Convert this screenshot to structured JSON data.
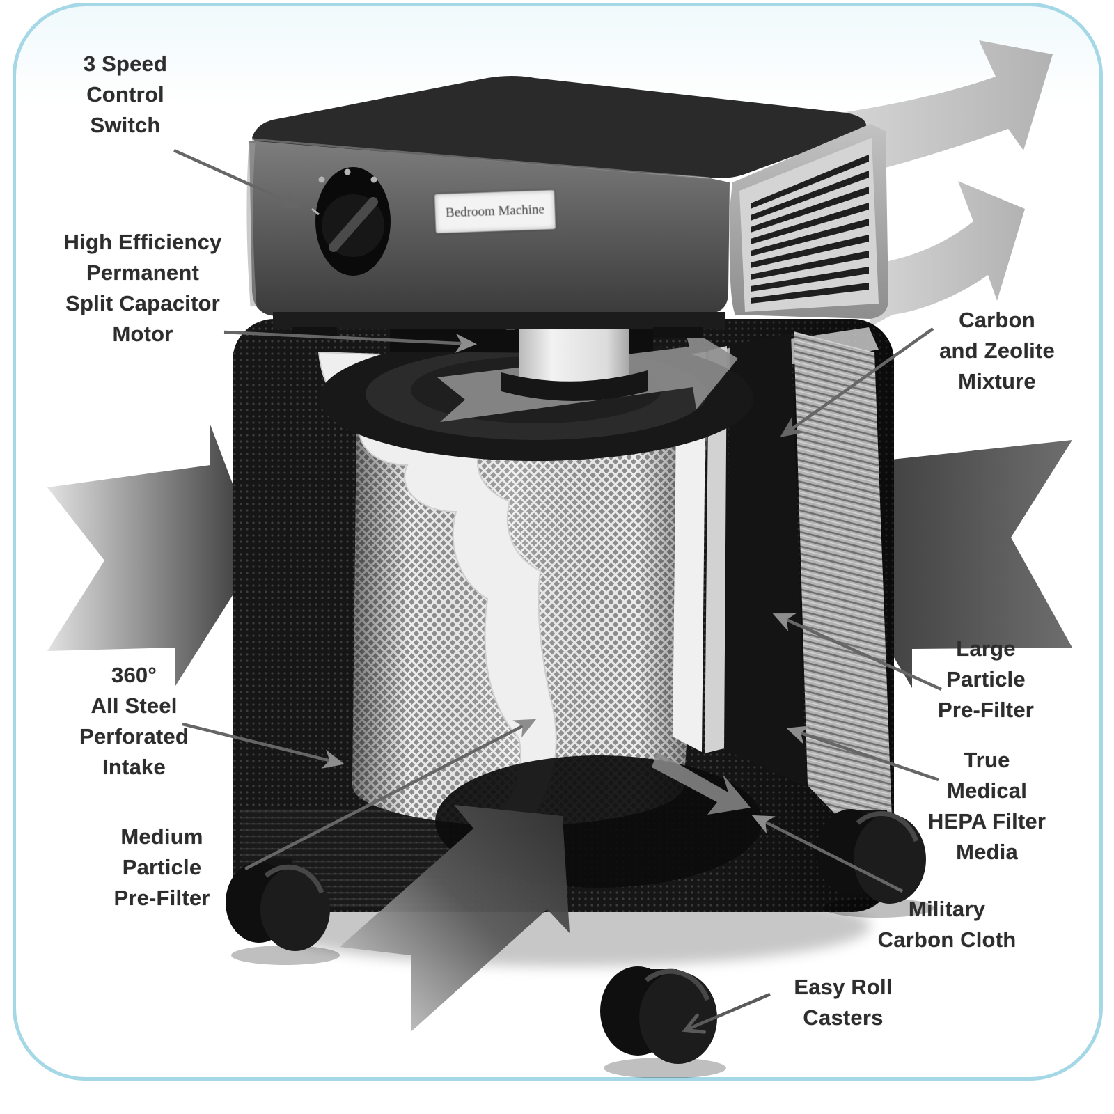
{
  "machine": {
    "nameplate": "Bedroom Machine"
  },
  "callouts": {
    "speed_switch": "3 Speed\nControl\nSwitch",
    "motor": "High Efficiency\nPermanent\nSplit Capacitor\nMotor",
    "intake": "360°\nAll Steel\nPerforated\nIntake",
    "medium_prefilter": "Medium\nParticle\nPre-Filter",
    "carbon_zeolite": "Carbon\nand Zeolite\nMixture",
    "large_prefilter": "Large\nParticle\nPre-Filter",
    "hepa": "True\nMedical\nHEPA Filter\nMedia",
    "carbon_cloth": "Military\nCarbon Cloth",
    "casters": "Easy Roll\nCasters"
  },
  "colors": {
    "card_border": "#a5d8e6",
    "label_text": "#2d2d2d",
    "callout_line": "#666666",
    "arrow_dark": "#383838",
    "arrow_light": "#cfcfcf",
    "body_dark": "#161616"
  }
}
